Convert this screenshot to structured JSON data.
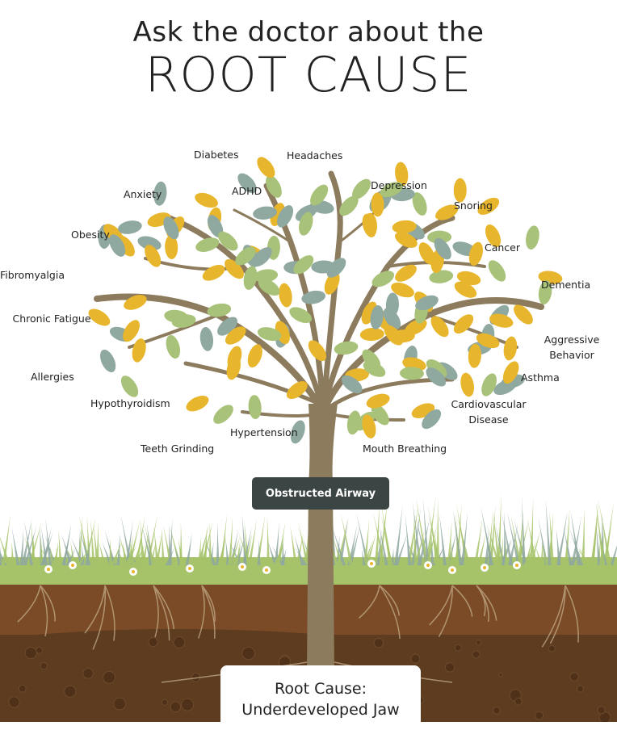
{
  "title": {
    "line1": "Ask the doctor about the",
    "line2": "ROOT CAUSE"
  },
  "symptoms": [
    "Diabetes",
    "Headaches",
    "ADHD",
    "Depression",
    "Anxiety",
    "Snoring",
    "Obesity",
    "Cancer",
    "Fibromyalgia",
    "Dementia",
    "Chronic Fatigue",
    "Aggressive Behavior",
    "Allergies",
    "Asthma",
    "Hypothyroidism",
    "Cardiovascular Disease",
    "Hypertension",
    "Teeth Grinding",
    "Mouth Breathing"
  ],
  "trunk_label": "Obstructed Airway",
  "root_label": {
    "line1": "Root Cause:",
    "line2": "Underdeveloped Jaw"
  },
  "colors": {
    "leaf_green": "#a9c27a",
    "leaf_teal": "#8fa8a0",
    "leaf_yellow": "#e8b62c",
    "trunk": "#8c7b5c",
    "grass": "#a6c36a",
    "soil_top": "#7b4b28",
    "soil_bottom": "#5e3c1f",
    "label_box": "#3b4544"
  }
}
